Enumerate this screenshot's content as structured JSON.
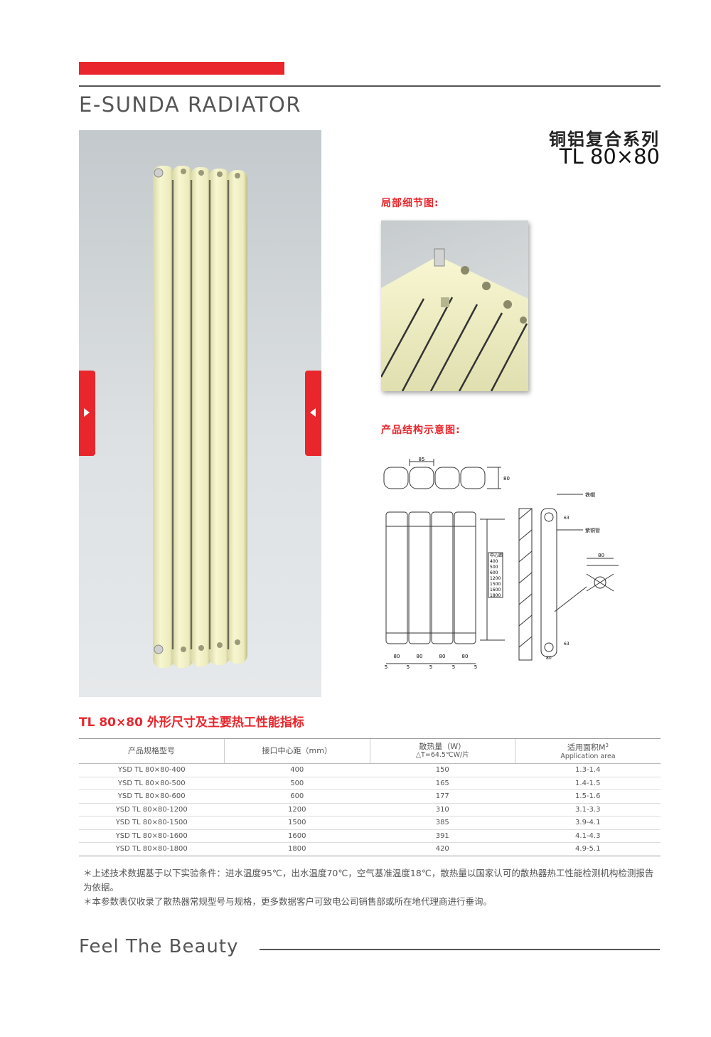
{
  "header": {
    "brand": "E-SUNDA RADIATOR",
    "series_cn": "铜铝复合系列",
    "series_model": "TL 80×80"
  },
  "sections": {
    "detail_label": "局部细节图:",
    "structure_label": "产品结构示意图:"
  },
  "diagram": {
    "dim_85": "85",
    "dim_80": "80",
    "center_distance_label": "中心距",
    "center_distances": [
      "400",
      "500",
      "600",
      "1200",
      "1500",
      "1600",
      "1800"
    ],
    "label_plug": "铁帽",
    "label_tube": "紫铜管",
    "dim_63": "63",
    "dim_5": "5"
  },
  "spec_table": {
    "title": "TL 80×80  外形尺寸及主要热工性能指标",
    "headers": {
      "model": "产品规格型号",
      "center": "接口中心距（mm）",
      "heat": "散热量（W）",
      "heat_sub": "△T=64.5℃W/片",
      "area": "适用面积M",
      "area_sup": "3",
      "area_sub": "Application area"
    },
    "rows": [
      {
        "model": "YSD TL 80×80-400",
        "center": "400",
        "heat": "150",
        "area": "1.3-1.4"
      },
      {
        "model": "YSD TL 80×80-500",
        "center": "500",
        "heat": "165",
        "area": "1.4-1.5"
      },
      {
        "model": "YSD TL 80×80-600",
        "center": "600",
        "heat": "177",
        "area": "1.5-1.6"
      },
      {
        "model": "YSD TL 80×80-1200",
        "center": "1200",
        "heat": "310",
        "area": "3.1-3.3"
      },
      {
        "model": "YSD TL 80×80-1500",
        "center": "1500",
        "heat": "385",
        "area": "3.9-4.1"
      },
      {
        "model": "YSD TL 80×80-1600",
        "center": "1600",
        "heat": "391",
        "area": "4.1-4.3"
      },
      {
        "model": "YSD TL 80×80-1800",
        "center": "1800",
        "heat": "420",
        "area": "4.9-5.1"
      }
    ]
  },
  "notes": {
    "note1": "＊上述技术数据基于以下实验条件：进水温度95℃，出水温度70℃，空气基准温度18℃，散热量以国家认可的散热器热工性能检测机构检测报告为依据。",
    "note2": "＊本参数表仅收录了散热器常规型号与规格，更多数据客户可致电公司销售部或所在地代理商进行垂询。"
  },
  "footer": {
    "tagline": "Feel The Beauty"
  },
  "colors": {
    "accent_red": "#e8262c",
    "radiator_cream": "#f2f1c4"
  }
}
